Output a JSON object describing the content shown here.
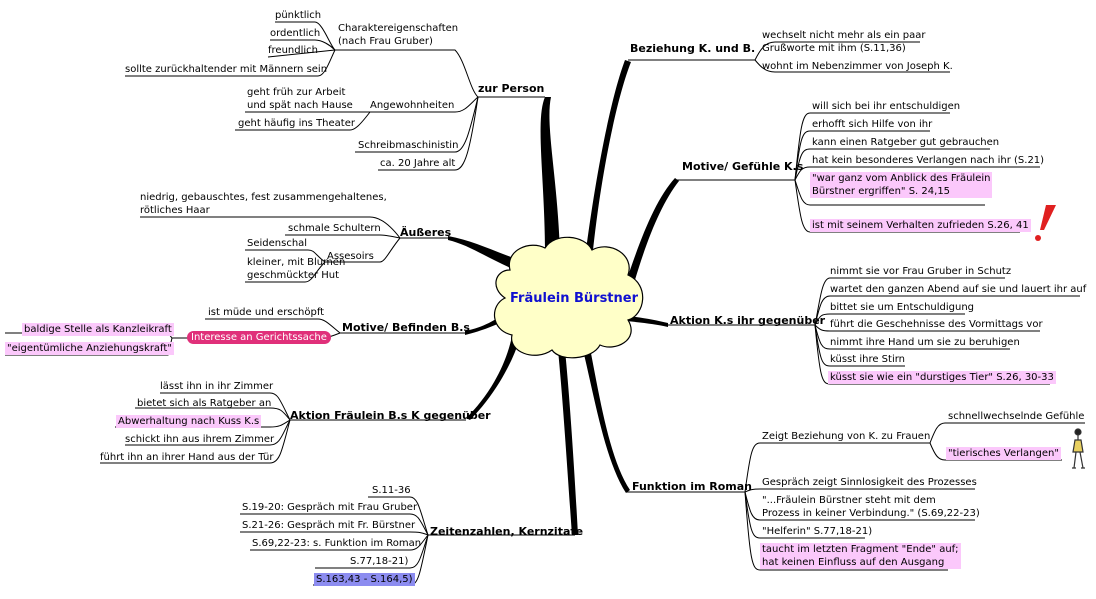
{
  "center": {
    "title": "Fräulein Bürstner"
  },
  "colors": {
    "cloud_fill": "#ffffc8",
    "title": "#1010d0",
    "pink": "#fbc8fb",
    "magenta": "#e0307a",
    "blue": "#8c8cf0",
    "exclaim": "#e02020"
  },
  "branches": {
    "zur_person": {
      "label": "zur Person",
      "charakter": {
        "label": "Charaktereigenschaften\n(nach Frau Gruber)",
        "items": [
          "pünktlich",
          "ordentlich",
          "freundlich",
          "sollte zurückhaltender mit Männern sein"
        ]
      },
      "gewohnheiten": {
        "label": "Angewohnheiten",
        "items": [
          "geht früh zur Arbeit\nund spät nach Hause",
          "geht häufig ins Theater"
        ]
      },
      "beruf": "Schreibmaschinistin",
      "alter": "ca. 20 Jahre alt"
    },
    "aeusseres": {
      "label": "Äußeres",
      "items": [
        "niedrig, gebauschtes, fest zusammengehaltenes,\nrötliches Haar",
        "schmale Schultern"
      ],
      "assesoirs": {
        "label": "Assesoirs",
        "items": [
          "Seidenschal",
          "kleiner, mit Blumen\ngeschmückter Hut"
        ]
      }
    },
    "motive_befinden": {
      "label": "Motive/ Befinden B.s",
      "items": [
        "ist müde und erschöpft",
        "Interesse an Gerichtssache"
      ],
      "sub": [
        "baldige Stelle als Kanzleikraft",
        "\"eigentümliche Anziehungskraft\""
      ]
    },
    "aktion_fb": {
      "label": "Aktion Fräulein B.s K gegenüber",
      "items": [
        "lässt ihn in ihr Zimmer",
        "bietet sich als Ratgeber an",
        "Abwerhaltung nach Kuss K.s",
        "schickt ihn aus ihrem Zimmer",
        "führt ihn an ihrer Hand aus der Tür"
      ]
    },
    "zeitenzahlen": {
      "label": "Zeitenzahlen, Kernzitate",
      "items": [
        "S.11-36",
        "S.19-20: Gespräch mit Frau Gruber",
        "S.21-26: Gespräch mit Fr. Bürstner",
        "S.69,22-23: s. Funktion im Roman",
        "S.77,18-21)",
        "S.163,43 - S.164,5)"
      ]
    },
    "beziehung": {
      "label": "Beziehung K. und B.",
      "items": [
        "wechselt nicht mehr als ein paar\nGrußworte mit ihm (S.11,36)",
        "wohnt im Nebenzimmer von Joseph K."
      ]
    },
    "motive_k": {
      "label": "Motive/ Gefühle K.s",
      "items": [
        "will sich bei ihr entschuldigen",
        "erhofft sich Hilfe von ihr",
        "kann einen Ratgeber gut gebrauchen",
        "hat kein besonderes Verlangen nach ihr (S.21)",
        "\"war ganz vom Anblick des Fräulein\nBürstner ergriffen\" S. 24,15",
        "ist mit seinem Verhalten zufrieden S.26, 41"
      ]
    },
    "aktion_k": {
      "label": "Aktion K.s ihr gegenüber",
      "items": [
        "nimmt sie vor Frau Gruber in Schutz",
        "wartet den ganzen Abend auf sie und lauert ihr auf",
        "bittet sie um Entschuldigung",
        "führt die Geschehnisse des Vormittags vor",
        "nimmt ihre Hand um sie zu beruhigen",
        "küsst ihre Stirn",
        "küsst sie wie ein \"durstiges Tier\" S.26, 30-33"
      ]
    },
    "funktion": {
      "label": "Funktion im Roman",
      "zeigt": {
        "label": "Zeigt Beziehung von K. zu Frauen",
        "items": [
          "schnellwechselnde Gefühle",
          "\"tierisches Verlangen\""
        ]
      },
      "items": [
        "Gespräch zeigt Sinnlosigkeit des Prozesses",
        "\"...Fräulein Bürstner steht mit dem\nProzess in keiner Verbindung.\" (S.69,22-23)",
        "\"Helferin\" S.77,18-21)",
        "taucht im letzten Fragment \"Ende\" auf;\nhat keinen Einfluss auf den Ausgang"
      ]
    }
  },
  "icons": [
    "exclamation-icon",
    "woman-figure-icon"
  ]
}
